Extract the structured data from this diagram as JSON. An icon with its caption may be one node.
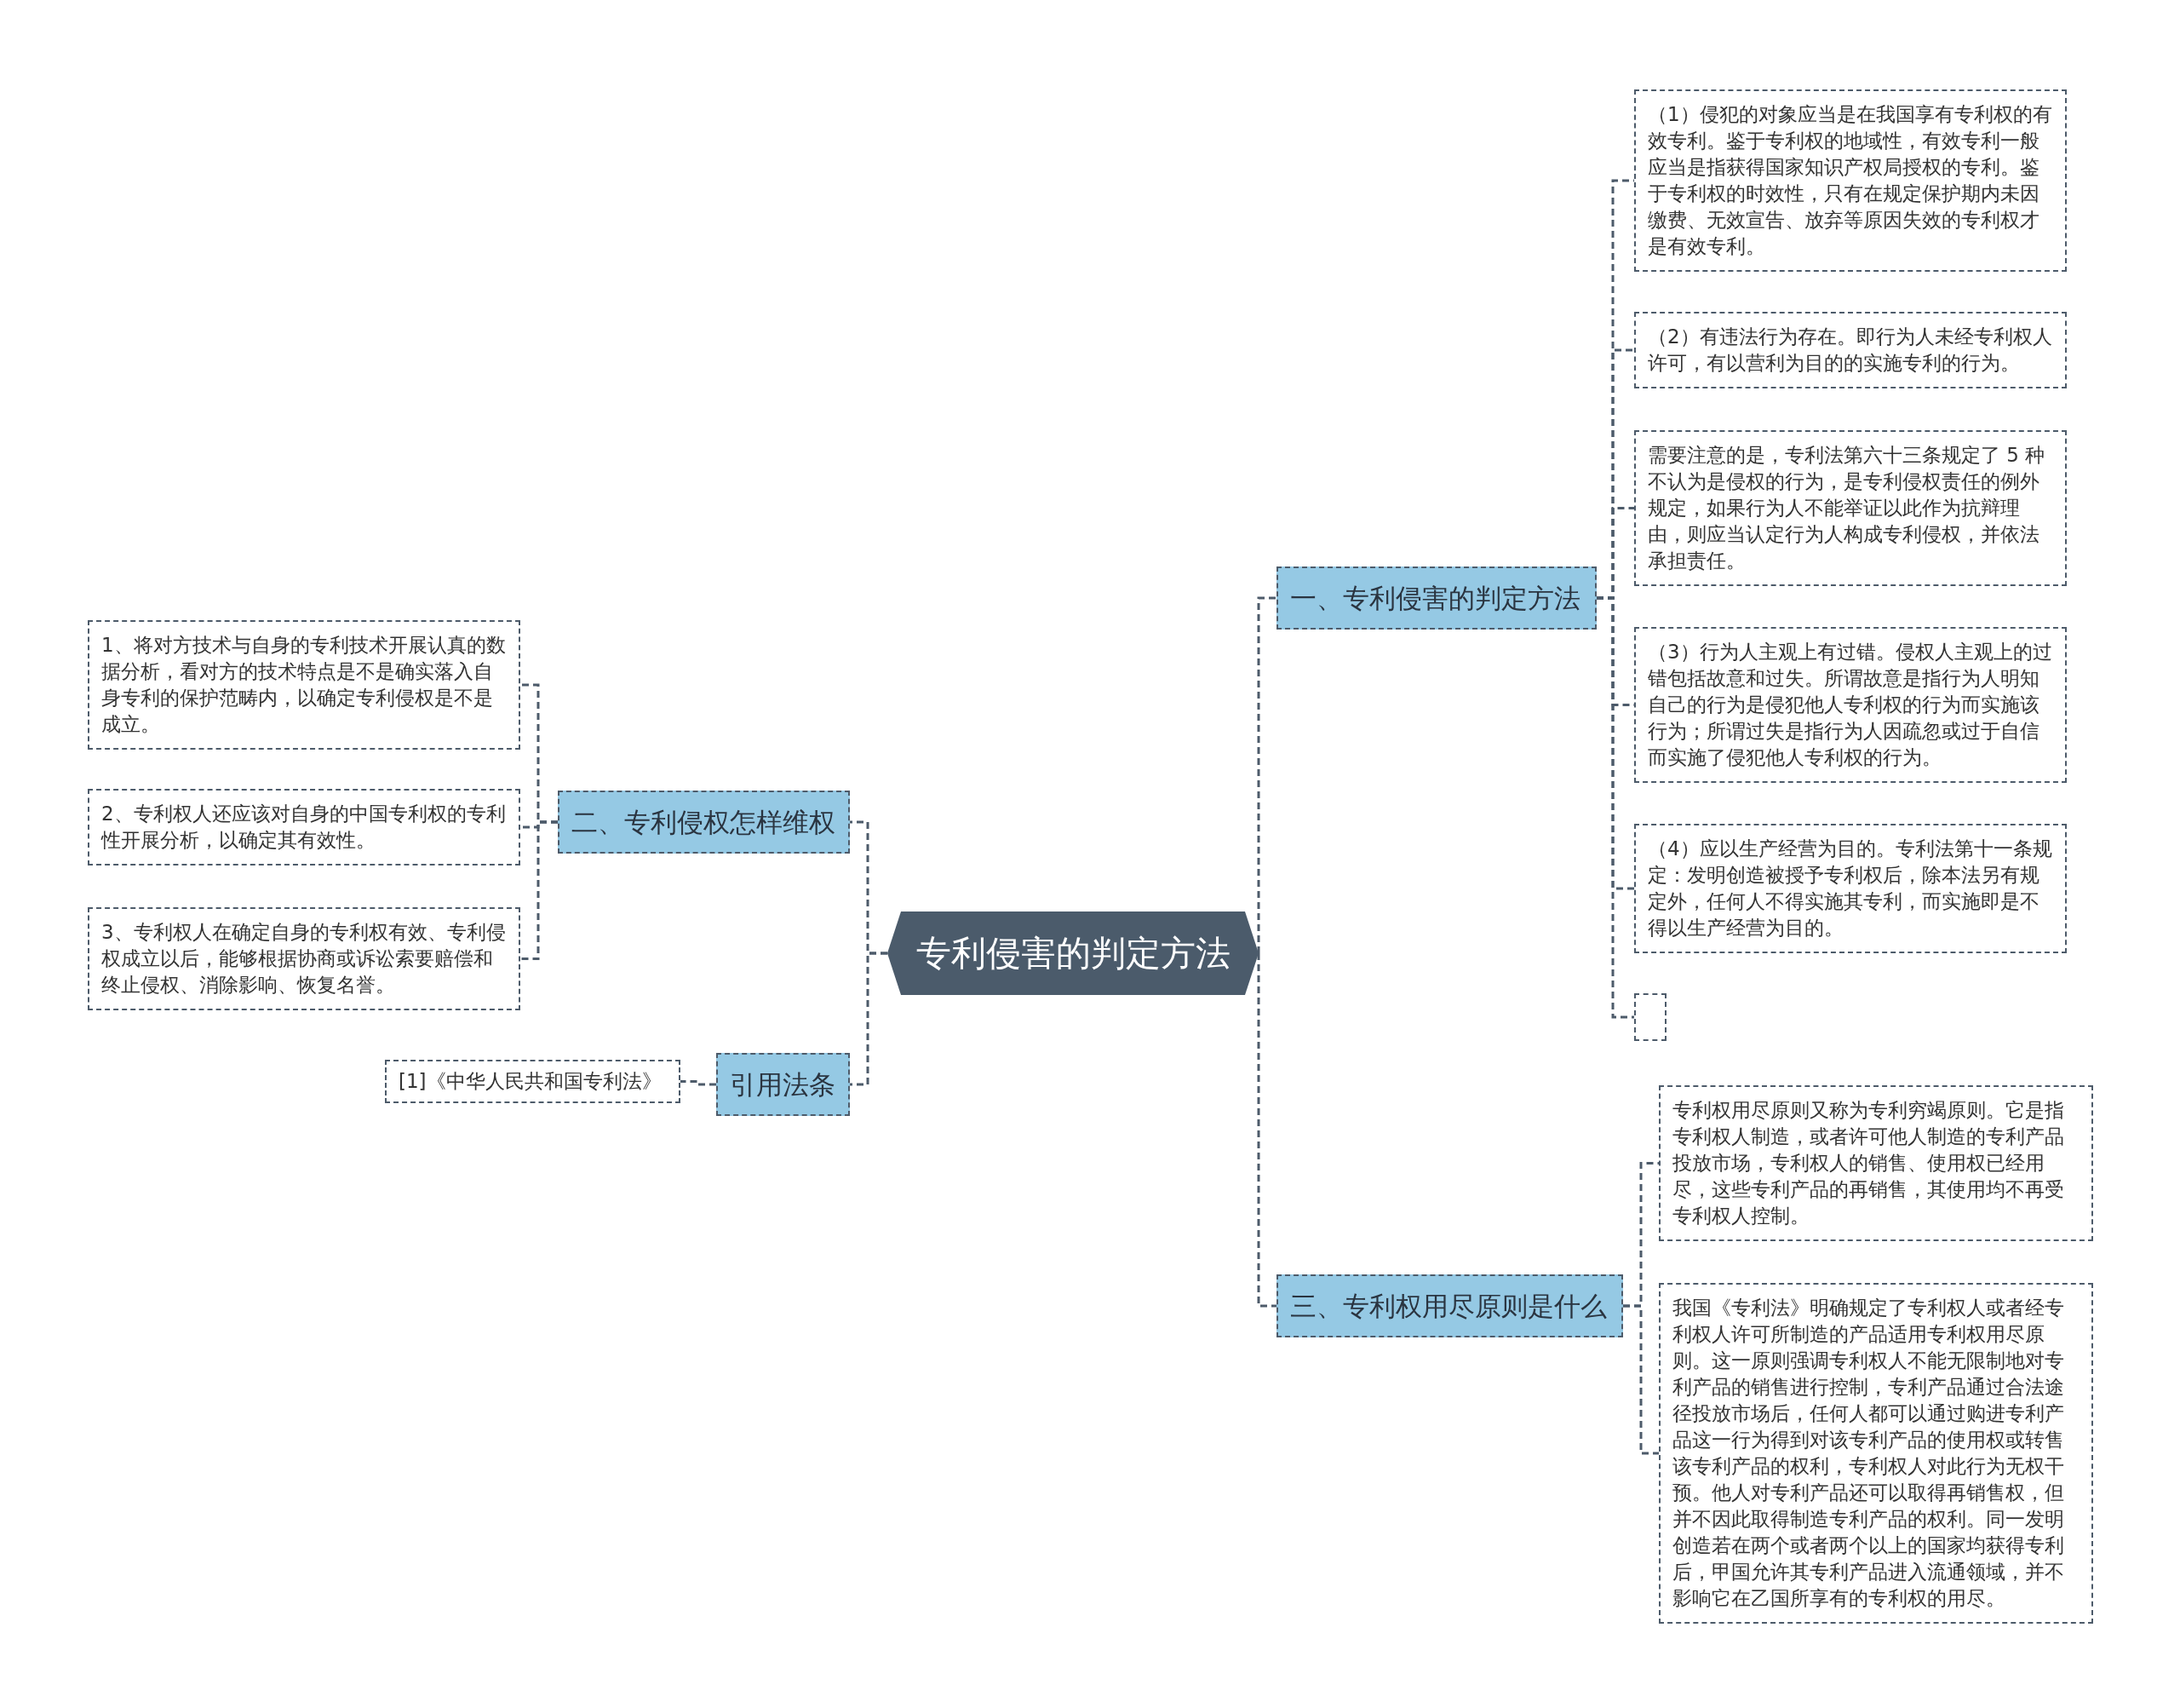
{
  "diagram": {
    "nodes": [
      {
        "text": [
          "专利侵害的判定方法"
        ]
      },
      {
        "text": [
          "一、专利侵害的判定方法"
        ]
      },
      {
        "text": [
          "（1）侵犯的对象应当是在我国享有专利权的有效专利。鉴于专利权的地域性，有效专利一般应当是指获得国家知识产权局授权的专利。鉴于专利权的时效性，只有在规定保护期内未因缴费、无效宣告、放弃等原因失效的专利权才是有效专利。"
        ]
      },
      {
        "text": [
          "（2）有违法行为存在。即行为人未经专利权人许可，有以营利为目的的实施专利的行为。"
        ]
      },
      {
        "text": [
          "需要注意的是，专利法第六十三条规定了 5 种不认为是侵权的行为，是专利侵权责任的例外规定，如果行为人不能举证以此作为抗辩理由，则应当认定行为人构成专利侵权，并依法承担责任。"
        ]
      },
      {
        "text": [
          "（3）行为人主观上有过错。侵权人主观上的过错包括故意和过失。所谓故意是指行为人明知自己的行为是侵犯他人专利权的行为而实施该行为；所谓过失是指行为人因疏忽或过于自信而实施了侵犯他人专利权的行为。"
        ]
      },
      {
        "text": [
          "（4）应以生产经营为目的。专利法第十一条规定：发明创造被授予专利权后，除本法另有规定外，任何人不得实施其专利，而实施即是不得以生产经营为目的。"
        ]
      },
      {
        "text": [],
        "shape": "box"
      },
      {
        "text": [
          "三、专利权用尽原则是什么"
        ]
      },
      {
        "text": [
          "专利权用尽原则又称为专利穷竭原则。它是指专利权人制造，或者许可他人制造的专利产品投放市场，专利权人的销售、使用权已经用尽，这些专利产品的再销售，其使用均不再受专利权人控制。"
        ]
      },
      {
        "text": [
          "我国《专利法》明确规定了专利权人或者经专利权人许可所制造的产品适用专利权用尽原则。这一原则强调专利权人不能无限制地对专利产品的销售进行控制，专利产品通过合法途径投放市场后，任何人都可以通过购进专利产品这一行为得到对该专利产品的使用权或转售该专利产品的权利，专利权人对此行为无权干预。他人对专利产品还可以取得再销售权，但并不因此取得制造专利产品的权利。同一发明创造若在两个或者两个以上的国家均获得专利后，甲国允许其专利产品进入流通领域，并不影响它在乙国所享有的专利权的用尽。"
        ]
      },
      {
        "text": [
          "二、专利侵权怎样维权"
        ]
      },
      {
        "text": [
          "1、将对方技术与自身的专利技术开展认真的数据分析，看对方的技术特点是不是确实落入自身专利的保护范畴内，以确定专利侵权是不是成立。"
        ]
      },
      {
        "text": [
          "2、专利权人还应该对自身的中国专利权的专利性开展分析，以确定其有效性。"
        ]
      },
      {
        "text": [
          "3、专利权人在确定自身的专利权有效、专利侵权成立以后，能够根据协商或诉讼索要赔偿和终止侵权、消除影响、恢复名誉。"
        ]
      },
      {
        "text": [
          "引用法条"
        ]
      },
      {
        "text": [
          "[1]《中华人民共和国专利法》"
        ]
      }
    ],
    "edges": [
      {
        "from": 0,
        "to": 1,
        "arrow": "none"
      },
      {
        "from": 1,
        "to": 2,
        "arrow": "none"
      },
      {
        "from": 1,
        "to": 3,
        "arrow": "none"
      },
      {
        "from": 1,
        "to": 4,
        "arrow": "none"
      },
      {
        "from": 1,
        "to": 5,
        "arrow": "none"
      },
      {
        "from": 1,
        "to": 6,
        "arrow": "none"
      },
      {
        "from": 1,
        "to": 7,
        "arrow": "none"
      },
      {
        "from": 0,
        "to": 8,
        "arrow": "none"
      },
      {
        "from": 8,
        "to": 9,
        "arrow": "none"
      },
      {
        "from": 8,
        "to": 10,
        "arrow": "none"
      },
      {
        "from": 0,
        "to": 11,
        "arrow": "none"
      },
      {
        "from": 11,
        "to": 12,
        "arrow": "none"
      },
      {
        "from": 11,
        "to": 13,
        "arrow": "none"
      },
      {
        "from": 11,
        "to": 14,
        "arrow": "none"
      },
      {
        "from": 0,
        "to": 15,
        "arrow": "none"
      },
      {
        "from": 15,
        "to": 16,
        "arrow": "none"
      }
    ]
  }
}
